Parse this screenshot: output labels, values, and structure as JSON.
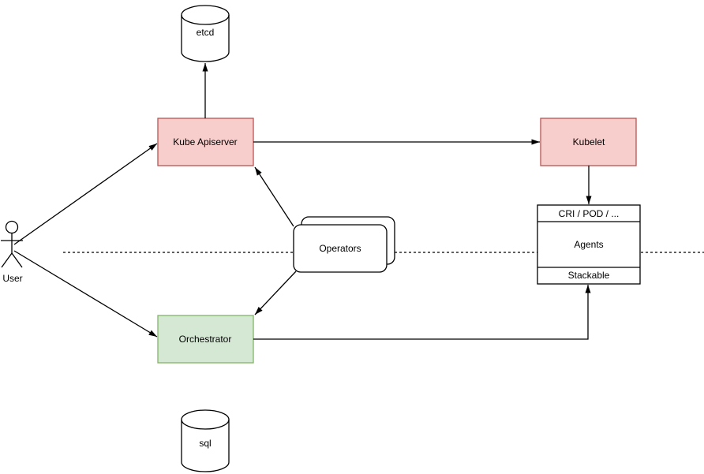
{
  "diagram": {
    "type": "architecture-diagram",
    "colors": {
      "background": "#ffffff",
      "line": "#000000",
      "node_pink_fill": "#f8cecc",
      "node_pink_stroke": "#b85450",
      "node_green_fill": "#d5e8d4",
      "node_green_stroke": "#82b366",
      "shape_fill": "#ffffff",
      "shape_stroke": "#000000"
    },
    "nodes": {
      "etcd": {
        "label": "etcd",
        "shape": "cylinder"
      },
      "kube_apiserver": {
        "label": "Kube Apiserver",
        "shape": "rect"
      },
      "kubelet": {
        "label": "Kubelet",
        "shape": "rect"
      },
      "agents": {
        "header": "CRI / POD / ...",
        "body": "Agents",
        "footer": "Stackable",
        "shape": "three-section-rect"
      },
      "operators": {
        "label": "Operators",
        "shape": "stacked-rounded-rect"
      },
      "orchestrator": {
        "label": "Orchestrator",
        "shape": "rect"
      },
      "sql": {
        "label": "sql",
        "shape": "cylinder"
      },
      "user": {
        "label": "User",
        "shape": "actor"
      }
    },
    "edges": [
      {
        "from": "User",
        "to": "Kube Apiserver",
        "style": "solid-arrow"
      },
      {
        "from": "User",
        "to": "Orchestrator",
        "style": "solid-arrow"
      },
      {
        "from": "Kube Apiserver",
        "to": "etcd",
        "style": "solid-arrow"
      },
      {
        "from": "Kube Apiserver",
        "to": "Kubelet",
        "style": "solid-arrow"
      },
      {
        "from": "Operators",
        "to": "Kube Apiserver",
        "style": "solid-arrow"
      },
      {
        "from": "Operators",
        "to": "Orchestrator",
        "style": "solid-arrow"
      },
      {
        "from": "Kubelet",
        "to": "CRI / POD / ...",
        "style": "solid-arrow"
      },
      {
        "from": "Orchestrator",
        "to": "Stackable",
        "style": "solid-arrow"
      },
      {
        "from": "left-of-canvas",
        "to": "right-of-canvas",
        "style": "dashed-boundary-line"
      }
    ]
  }
}
